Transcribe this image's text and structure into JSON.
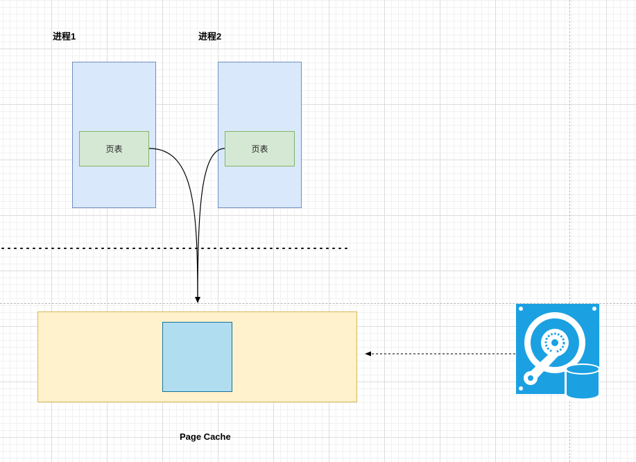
{
  "process1": {
    "title": "进程1",
    "page_table": "页表"
  },
  "process2": {
    "title": "进程2",
    "page_table": "页表"
  },
  "cache": {
    "title": "Page Cache"
  },
  "colors": {
    "process_fill": "#dae8fc",
    "process_stroke": "#6c8ebf",
    "page_table_fill": "#d5e8d4",
    "page_table_stroke": "#82b366",
    "cache_fill": "#fff2cc",
    "cache_stroke": "#d6b656",
    "page_fill": "#b1ddf0",
    "disk_icon": "#1ba1e2"
  },
  "icons": {
    "disk": "hard-disk-icon"
  }
}
